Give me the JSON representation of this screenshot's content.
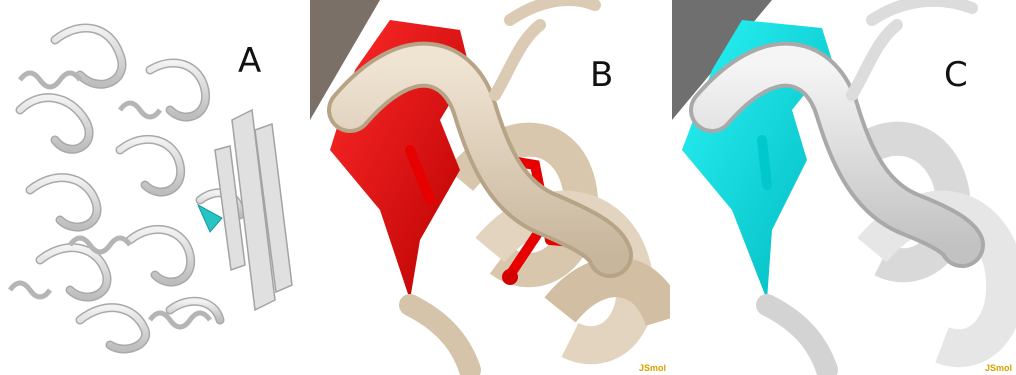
{
  "figure": {
    "panels": [
      {
        "label": "A",
        "content": "protein-ribbon-overview",
        "highlight_color": "#28c4c4",
        "ribbon_color": "#d9d9d9"
      },
      {
        "label": "B",
        "content": "residue-closeup",
        "highlight_color": "#e60000",
        "ribbon_color": "#dccbb4",
        "watermark": "JSmol"
      },
      {
        "label": "C",
        "content": "residue-closeup",
        "highlight_color": "#00e0e6",
        "ribbon_color": "#d6d6d6",
        "watermark": "JSmol"
      }
    ]
  }
}
